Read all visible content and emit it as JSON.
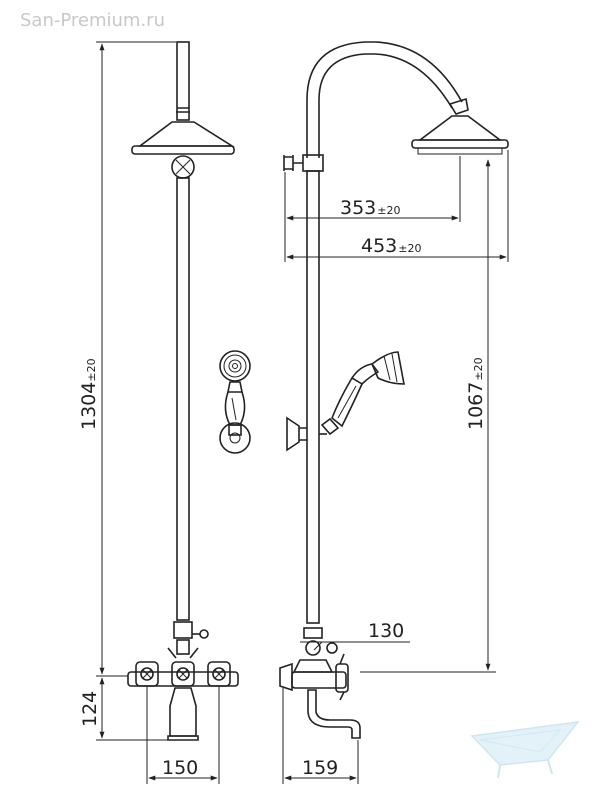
{
  "watermark": "San-Premium.ru",
  "colors": {
    "line": "#222222",
    "watermark_text": "#c8c8c8",
    "logo": "#cfe6f2"
  },
  "logo_icon": "bathtub-logo-icon",
  "dimensions": {
    "total_height": {
      "value": "1304",
      "tolerance": "±20"
    },
    "rail_height": {
      "value": "1067",
      "tolerance": "±20"
    },
    "shower_arm_reach": {
      "value": "353",
      "tolerance": "±20"
    },
    "head_outer_reach": {
      "value": "453",
      "tolerance": "±20"
    },
    "spout_projection": {
      "value": "130"
    },
    "mixer_height": {
      "value": "124"
    },
    "center_distance": {
      "value": "150"
    },
    "spout_depth": {
      "value": "159"
    }
  }
}
